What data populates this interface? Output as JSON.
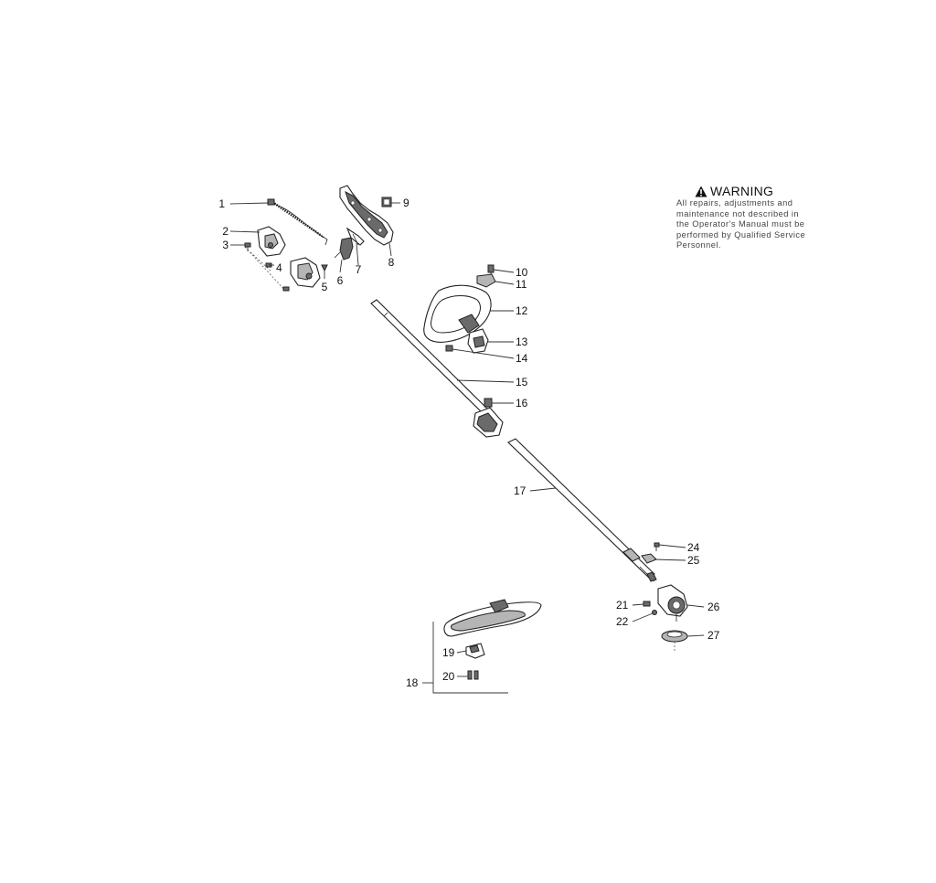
{
  "warning": {
    "title": "WARNING",
    "lines": [
      "All repairs, adjustments and",
      "maintenance not described in",
      "the Operator's Manual must be",
      "performed by Qualified Service",
      "Personnel."
    ],
    "icon": "warning-triangle-icon"
  },
  "callouts": {
    "c1": "1",
    "c2": "2",
    "c3": "3",
    "c4": "4",
    "c5": "5",
    "c6": "6",
    "c7": "7",
    "c8": "8",
    "c9": "9",
    "c10": "10",
    "c11": "11",
    "c12": "12",
    "c13": "13",
    "c14": "14",
    "c15": "15",
    "c16": "16",
    "c17": "17",
    "c18": "18",
    "c19": "19",
    "c20": "20",
    "c21": "21",
    "c22": "22",
    "c24": "24",
    "c25": "25",
    "c26": "26",
    "c27": "27"
  }
}
